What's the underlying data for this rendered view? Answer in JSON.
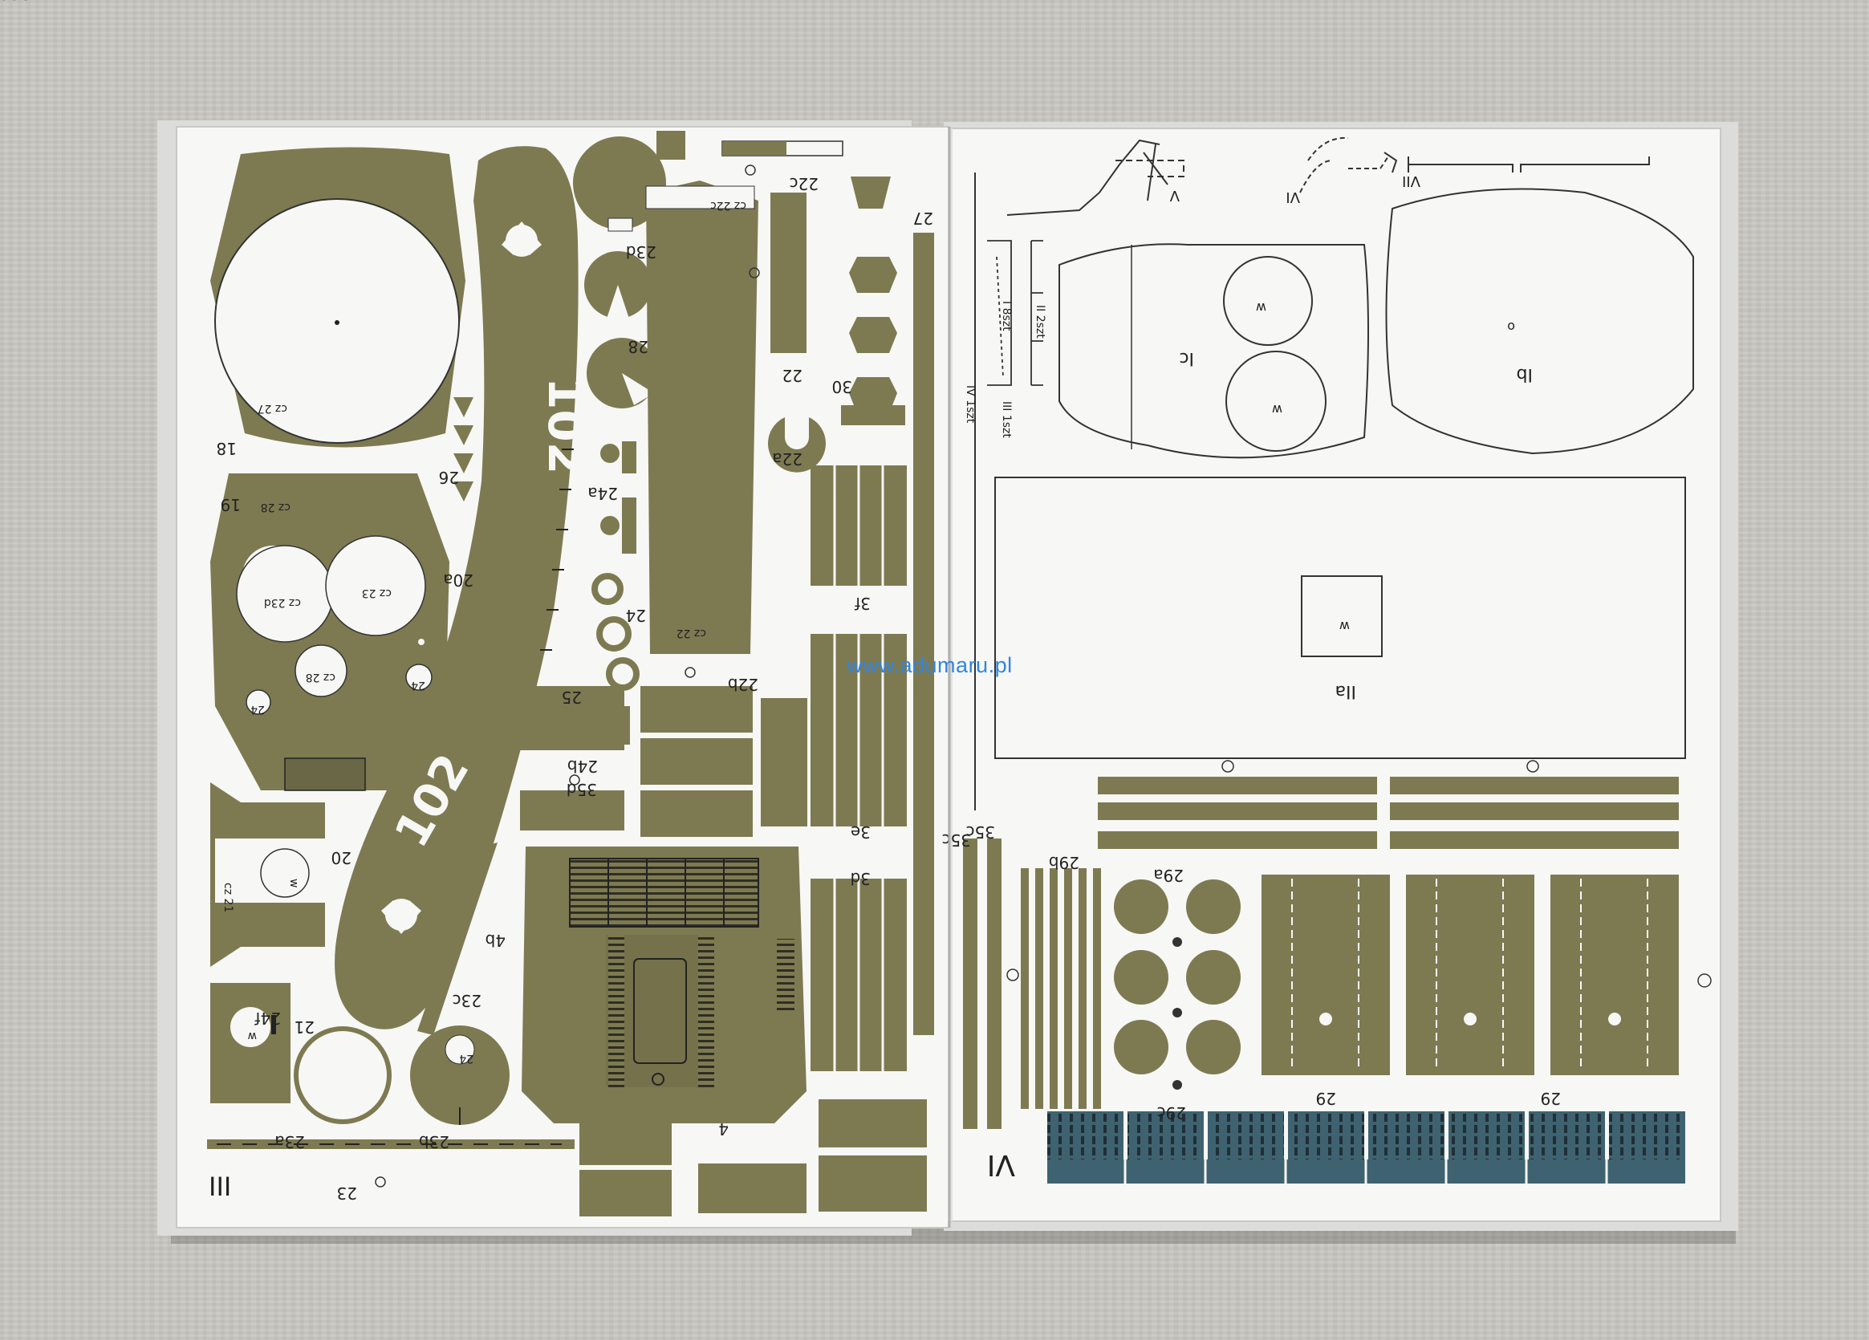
{
  "watermark": "www.adumaru.pl",
  "colors": {
    "olive": "#7d7a52",
    "olive_dark": "#5f5c3c",
    "steel_blue": "#3f6270",
    "paper": "#f7f7f5",
    "line": "#333333"
  },
  "left_page": {
    "sheet_mark": "III",
    "hull_number_top": "102",
    "hull_number_bottom": "102",
    "labels": [
      "18",
      "19",
      "20",
      "20a",
      "21",
      "22",
      "22a",
      "22b",
      "22c",
      "23",
      "23a",
      "23b",
      "23c",
      "23d",
      "24",
      "24a",
      "24b",
      "24f",
      "25",
      "26",
      "27",
      "28",
      "30",
      "35d",
      "3d",
      "3e",
      "3f",
      "4",
      "4b"
    ],
    "circle_labels": [
      "cz 27",
      "cz 28",
      "cz 23d",
      "cz 23",
      "cz 28",
      "24",
      "24",
      "cz 21",
      "w",
      "w",
      "cz 22",
      "cz 22c",
      "24"
    ]
  },
  "right_page": {
    "sheet_mark": "VI",
    "diagram_labels": [
      "V",
      "VI",
      "VII",
      "I 8szt",
      "II 2szt",
      "IV 1szt",
      "III 1szt"
    ],
    "plate_labels": [
      "Ic",
      "Ib",
      "IIa"
    ],
    "circle_marks": [
      "w",
      "w",
      "o",
      "w"
    ],
    "part_labels": [
      "35c",
      "35c",
      "35c",
      "29b",
      "29a",
      "29c",
      "29",
      "29"
    ]
  }
}
